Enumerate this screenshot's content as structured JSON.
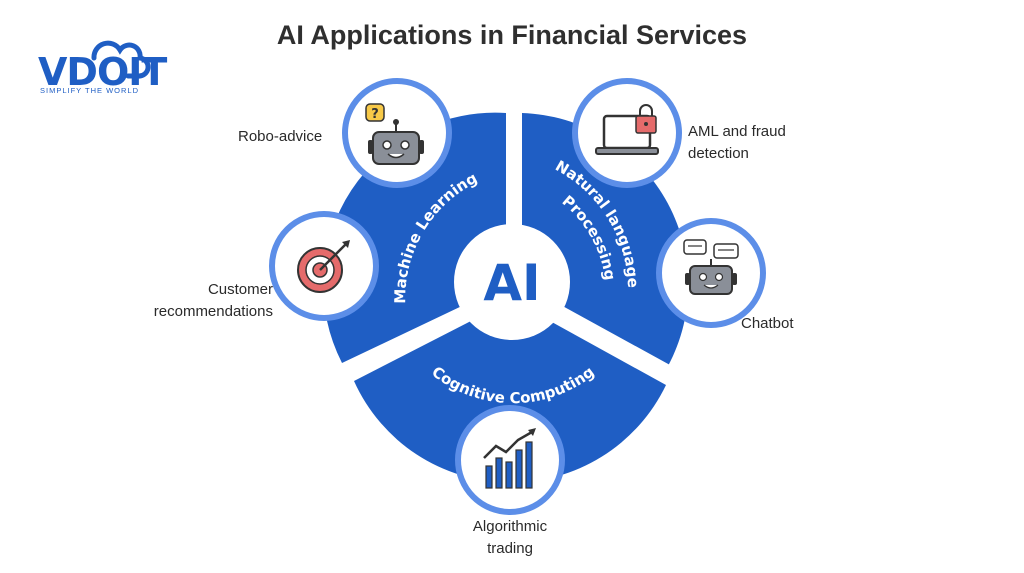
{
  "title": "AI Applications in Financial Services",
  "logo": {
    "text": "VDOIT",
    "tagline": "SIMPLIFY THE WORLD"
  },
  "center": {
    "text": "AI"
  },
  "segments": [
    {
      "label": "Machine Learning"
    },
    {
      "label": "Natural language"
    },
    {
      "label": "Processing"
    },
    {
      "label": "Cognitive Computing"
    }
  ],
  "applications": [
    {
      "label": "Robo-advice",
      "icon": "robot-question-icon"
    },
    {
      "label": "AML and fraud",
      "label2": "detection",
      "icon": "laptop-lock-icon"
    },
    {
      "label": "Customer",
      "label2": "recommendations",
      "icon": "target-dart-icon"
    },
    {
      "label": "Chatbot",
      "icon": "robot-chat-icon"
    },
    {
      "label": "Algorithmic",
      "label2": "trading",
      "icon": "bar-chart-growth-icon"
    }
  ],
  "colors": {
    "primary": "#1f5ec4",
    "ring": "#5c8ee8",
    "dark": "#2f2f2f"
  }
}
